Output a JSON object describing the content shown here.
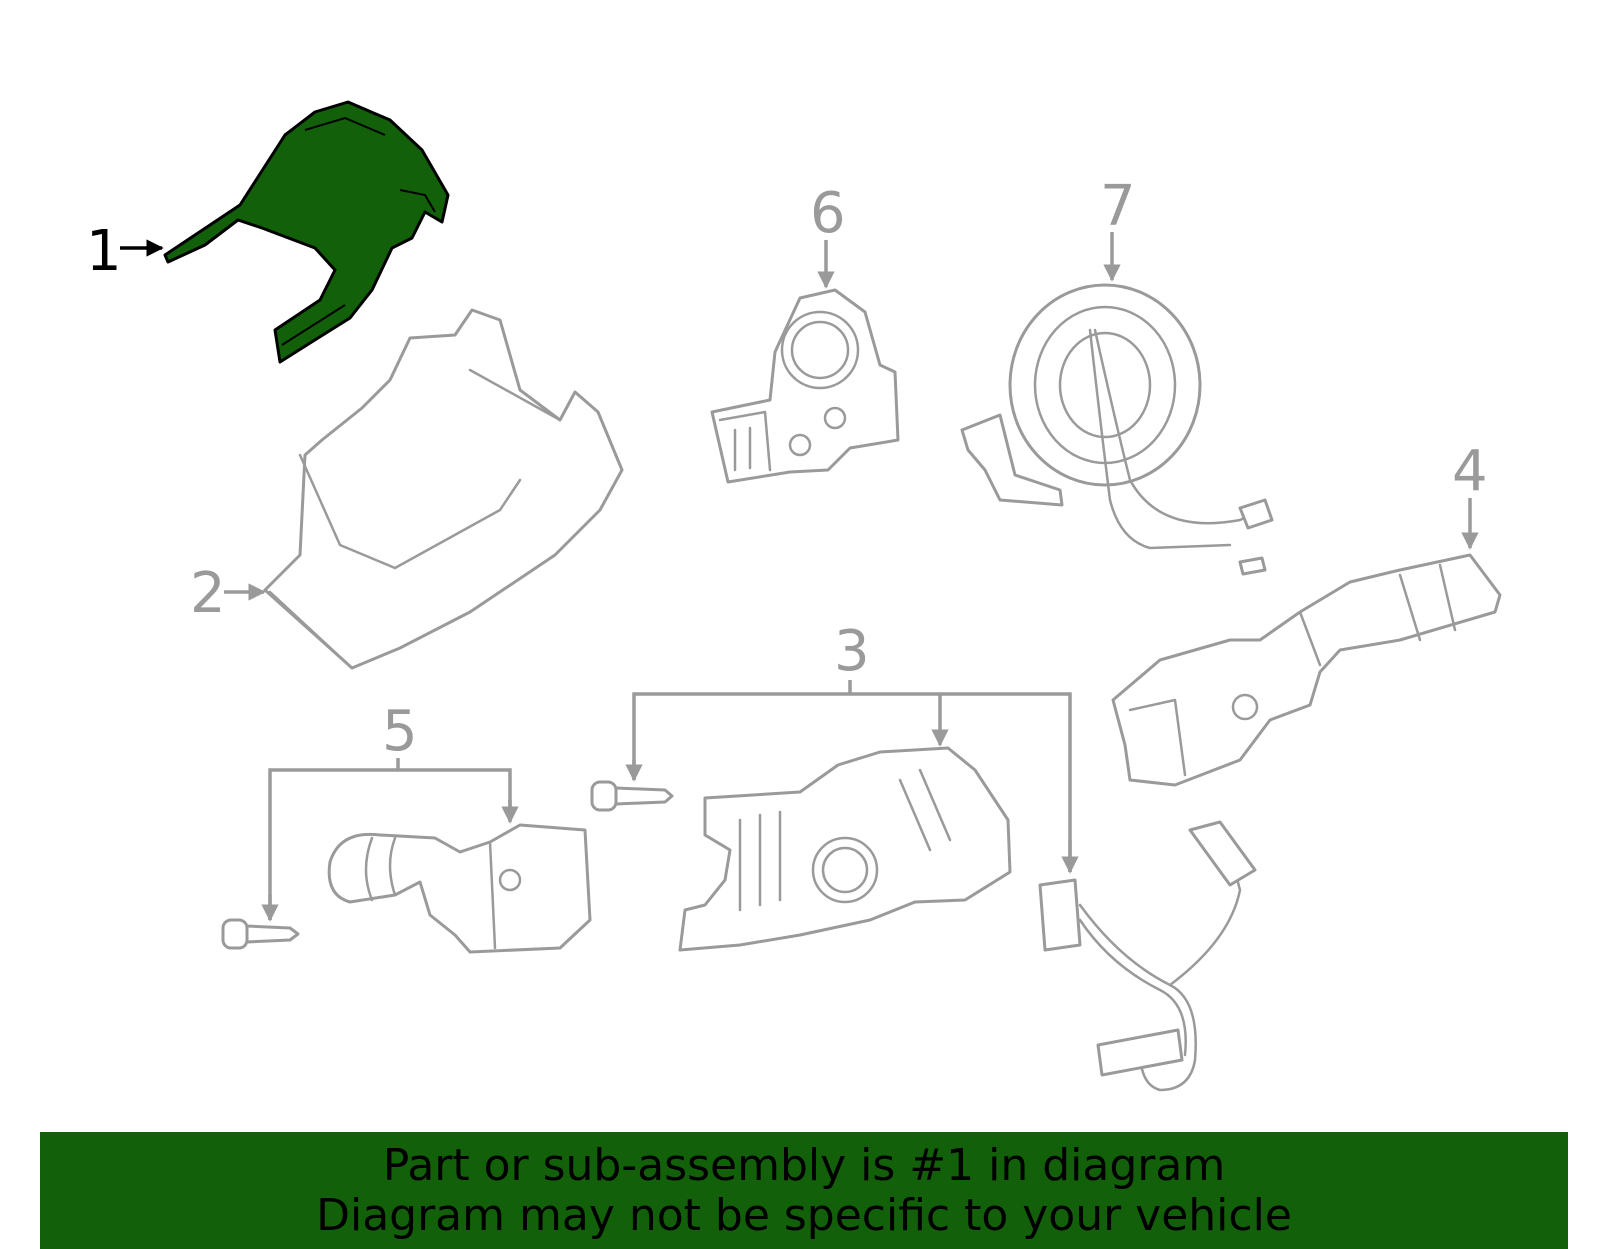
{
  "colors": {
    "highlight": "#126009",
    "outline": "#9a9a9a",
    "highlight_outline": "#000000",
    "background": "#ffffff"
  },
  "callouts": [
    {
      "label": "1",
      "part": "upper column cover (highlighted)"
    },
    {
      "label": "2",
      "part": "lower column cover"
    },
    {
      "label": "3",
      "part": "combination switch assembly"
    },
    {
      "label": "4",
      "part": "wiper switch"
    },
    {
      "label": "5",
      "part": "headlamp switch"
    },
    {
      "label": "6",
      "part": "steering angle sensor"
    },
    {
      "label": "7",
      "part": "clock spring"
    }
  ],
  "banner": {
    "line1": "Part or sub-assembly is #1 in diagram",
    "line2": "Diagram may not be specific to your vehicle"
  }
}
